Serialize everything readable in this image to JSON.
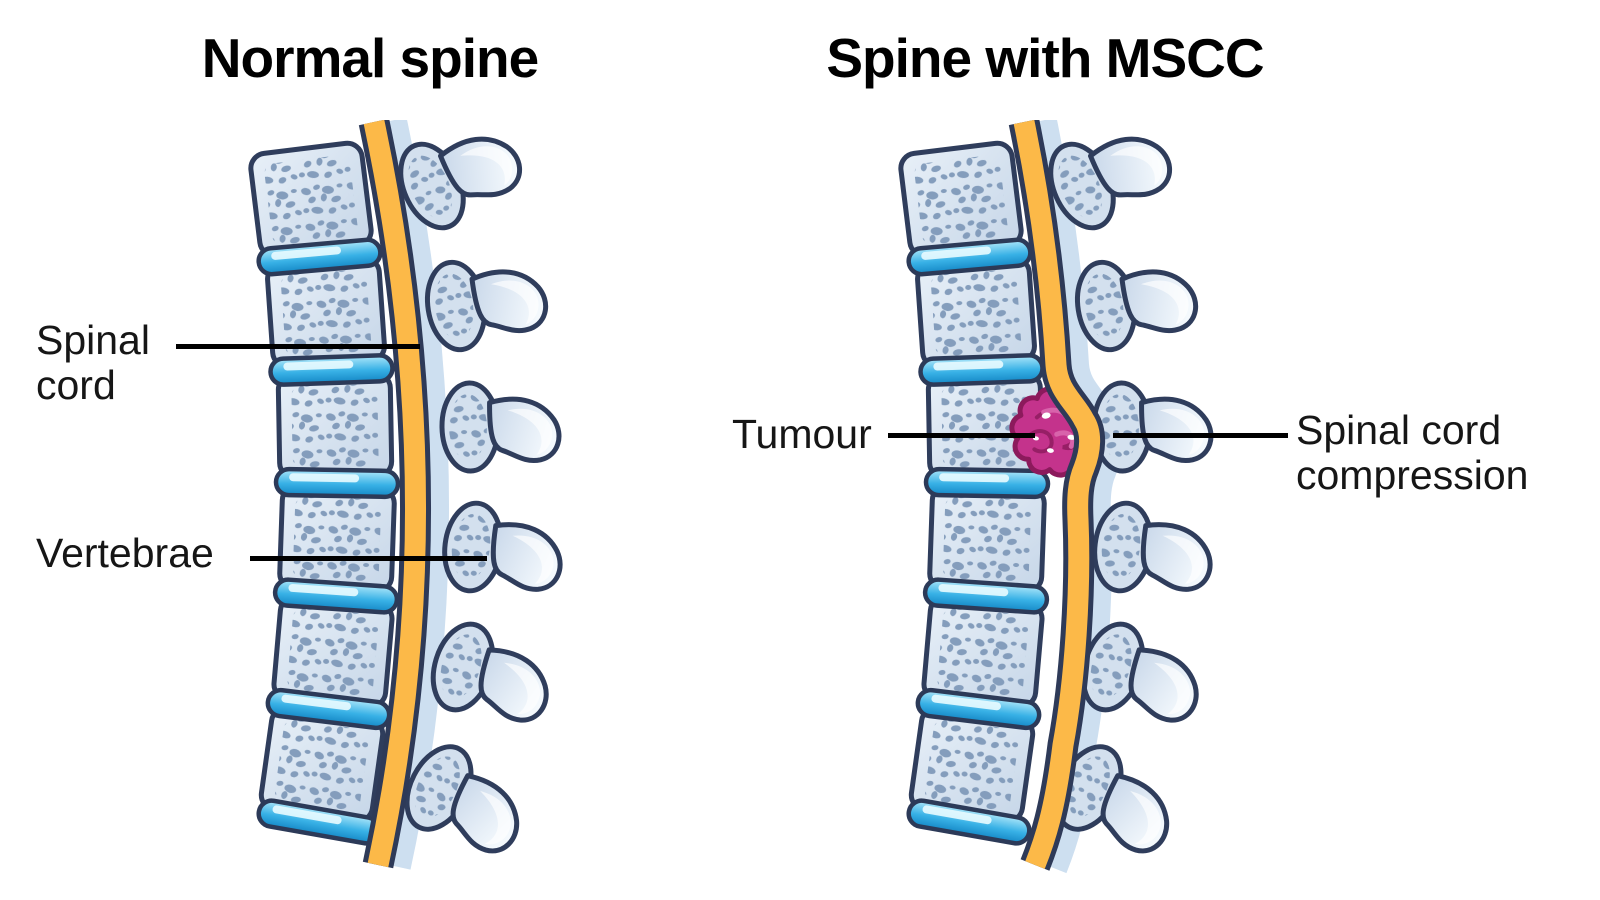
{
  "left_panel": {
    "title": "Normal spine",
    "labels": {
      "spinal_cord_line1": "Spinal",
      "spinal_cord_line2": "cord",
      "vertebrae": "Vertebrae"
    }
  },
  "right_panel": {
    "title": "Spine with MSCC",
    "labels": {
      "tumour": "Tumour",
      "compression_line1": "Spinal cord",
      "compression_line2": "compression"
    }
  },
  "colors": {
    "background": "#ffffff",
    "title_text": "#000000",
    "label_text": "#161616",
    "pointer_line": "#000000",
    "vertebra_fill": "#ccd9e8",
    "vertebra_outline": "#2f3d5c",
    "speckle": "#849dbc",
    "disc_blue": "#29a9e1",
    "dural_band": "#cddff0",
    "spinal_cord_yellow": "#fcb948",
    "tumour_pink": "#c4338c",
    "tumour_outline": "#8c1a5c"
  }
}
